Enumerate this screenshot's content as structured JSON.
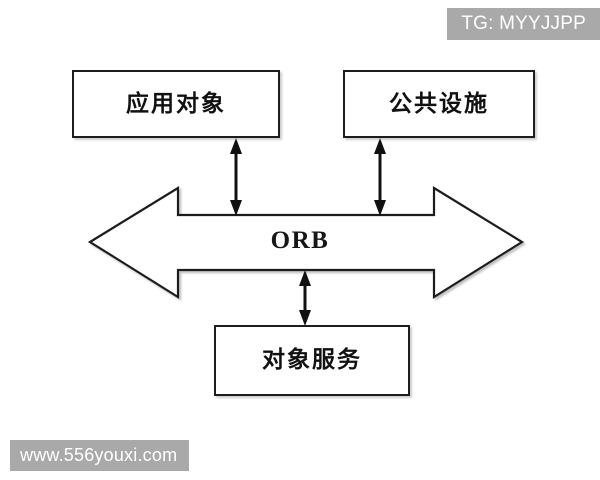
{
  "diagram": {
    "title": "CORBA ORB architecture diagram",
    "stroke_color": "#1d1d1d",
    "fill_color": "#ffffff",
    "background": "#ffffff",
    "nodes": [
      {
        "id": "app",
        "label": "应用对象"
      },
      {
        "id": "facility",
        "label": "公共设施"
      },
      {
        "id": "orb",
        "label": "ORB"
      },
      {
        "id": "service",
        "label": "对象服务"
      }
    ],
    "connectors": [
      {
        "id": "app-orb",
        "from": "应用对象",
        "to": "ORB",
        "style": "double-headed-vertical-arrow"
      },
      {
        "id": "facility-orb",
        "from": "公共设施",
        "to": "ORB",
        "style": "double-headed-vertical-arrow"
      },
      {
        "id": "service-orb",
        "from": "对象服务",
        "to": "ORB",
        "style": "double-headed-vertical-arrow"
      }
    ]
  },
  "watermarks": {
    "telegram": "TG: MYYJJPP",
    "site": "www.556youxi.com",
    "color": "#a9a9a9",
    "text_color": "#ffffff"
  }
}
